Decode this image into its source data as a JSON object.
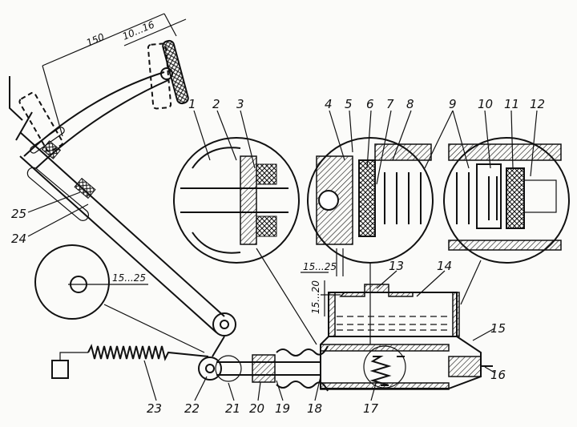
{
  "dimensions": {
    "pedal_travel": "150",
    "free_play": "10...16",
    "rod_gap": "15...25",
    "inset_gap": "15...25",
    "fluid_level": "15...20"
  },
  "labels": [
    "1",
    "2",
    "3",
    "4",
    "5",
    "6",
    "7",
    "8",
    "9",
    "10",
    "11",
    "12",
    "13",
    "14",
    "15",
    "16",
    "17",
    "18",
    "19",
    "20",
    "21",
    "22",
    "23",
    "24",
    "25"
  ]
}
